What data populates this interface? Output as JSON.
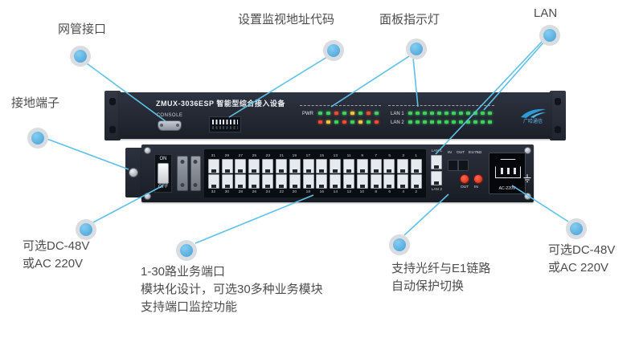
{
  "colors": {
    "callout_line": "#5ec1e8",
    "callout_dot": "#58b5e4",
    "callout_ring": "#d9dde1",
    "panel_dark": "#232834",
    "led_green": "#3ed15c",
    "led_red": "#f04a32",
    "led_yellow": "#f0c53a",
    "label_text": "#4d4d4d"
  },
  "annotations": {
    "mgmt": {
      "label": "网管接口"
    },
    "dip": {
      "label": "设置监视地址代码"
    },
    "leds": {
      "label": "面板指示灯"
    },
    "lan": {
      "label": "LAN"
    },
    "ground": {
      "label": "接地端子"
    },
    "power_left": {
      "lines": [
        "可选DC-48V",
        "或AC 220V"
      ]
    },
    "ports": {
      "lines": [
        "1-30路业务端口",
        "模块化设计，可选30多种业务模块",
        "支持端口监控功能"
      ]
    },
    "fiber": {
      "lines": [
        "支持光纤与E1链路",
        "自动保护切换"
      ]
    },
    "power_right": {
      "lines": [
        "可选DC-48V",
        "或AC 220V"
      ]
    }
  },
  "device": {
    "title": "ZMUX-3036ESP 智能型综合接入设备",
    "console_label": "CONSOLE",
    "logo_text": "广哈通信",
    "led_panel": {
      "pwr_label": "PWR",
      "lan1_label": "LAN 1",
      "lan2_label": "LAN 2",
      "group_a_rows": [
        [
          "green",
          "green",
          "red",
          "green",
          "yellow",
          "green",
          "red",
          "green"
        ],
        [
          "red",
          "yellow",
          "green",
          "red",
          "green",
          "yellow",
          "green",
          "red"
        ]
      ],
      "group_b_cols": 12
    },
    "rear": {
      "on": "ON",
      "off": "OFF",
      "port_numbers_top": [
        "31",
        "29",
        "27",
        "25",
        "23",
        "21",
        "19",
        "17",
        "15",
        "13",
        "11",
        "9",
        "7",
        "5",
        "3",
        "1"
      ],
      "port_numbers_bottom": [
        "32",
        "30",
        "28",
        "26",
        "24",
        "22",
        "20",
        "18",
        "16",
        "14",
        "12",
        "10",
        "8",
        "6",
        "4",
        "2"
      ],
      "lan1": "LAN 1",
      "lan2": "LAN 2",
      "in_label": "IN",
      "out_label": "OUT",
      "e1_label": "E1/75Ω",
      "e1_out": "OUT",
      "e1_in": "IN",
      "ac_label": "AC-220V"
    }
  }
}
